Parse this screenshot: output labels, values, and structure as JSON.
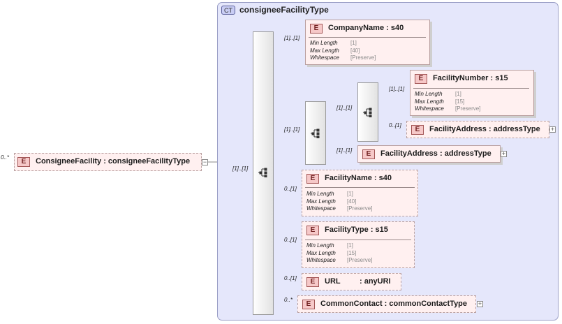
{
  "complex_type": {
    "badge": "CT",
    "name": "consigneeFacilityType"
  },
  "root": {
    "cardinality": "0..*",
    "badge": "E",
    "label": "ConsigneeFacility : consigneeFacilityType",
    "toggle": "−"
  },
  "main_sequence": {
    "cardinality": "[1]..[1]"
  },
  "elements": {
    "company_name": {
      "cardinality": "[1]..[1]",
      "badge": "E",
      "label": "CompanyName : s40",
      "facets": [
        {
          "key": "Min Length",
          "value": "[1]"
        },
        {
          "key": "Max Length",
          "value": "[40]"
        },
        {
          "key": "Whitespace",
          "value": "[Preserve]"
        }
      ]
    },
    "inner_sequence": {
      "cardinality": "[1]..[1]"
    },
    "sub_sequence": {
      "cardinality": "[1]..[1]"
    },
    "facility_number": {
      "cardinality": "[1]..[1]",
      "badge": "E",
      "label": "FacilityNumber : s15",
      "facets": [
        {
          "key": "Min Length",
          "value": "[1]"
        },
        {
          "key": "Max Length",
          "value": "[15]"
        },
        {
          "key": "Whitespace",
          "value": "[Preserve]"
        }
      ]
    },
    "facility_address_opt": {
      "cardinality": "0..[1]",
      "badge": "E",
      "label": "FacilityAddress : addressType",
      "toggle": "+"
    },
    "facility_address": {
      "cardinality": "[1]..[1]",
      "badge": "E",
      "label": "FacilityAddress : addressType",
      "toggle": "+"
    },
    "facility_name": {
      "cardinality": "0..[1]",
      "badge": "E",
      "label": "FacilityName : s40",
      "facets": [
        {
          "key": "Min Length",
          "value": "[1]"
        },
        {
          "key": "Max Length",
          "value": "[40]"
        },
        {
          "key": "Whitespace",
          "value": "[Preserve]"
        }
      ]
    },
    "facility_type": {
      "cardinality": "0..[1]",
      "badge": "E",
      "label": "FacilityType : s15",
      "facets": [
        {
          "key": "Min Length",
          "value": "[1]"
        },
        {
          "key": "Max Length",
          "value": "[15]"
        },
        {
          "key": "Whitespace",
          "value": "[Preserve]"
        }
      ]
    },
    "url": {
      "cardinality": "0..[1]",
      "badge": "E",
      "name": "URL",
      "type": ": anyURI"
    },
    "common_contact": {
      "cardinality": "0..*",
      "badge": "E",
      "label": "CommonContact : commonContactType",
      "toggle": "+"
    }
  }
}
